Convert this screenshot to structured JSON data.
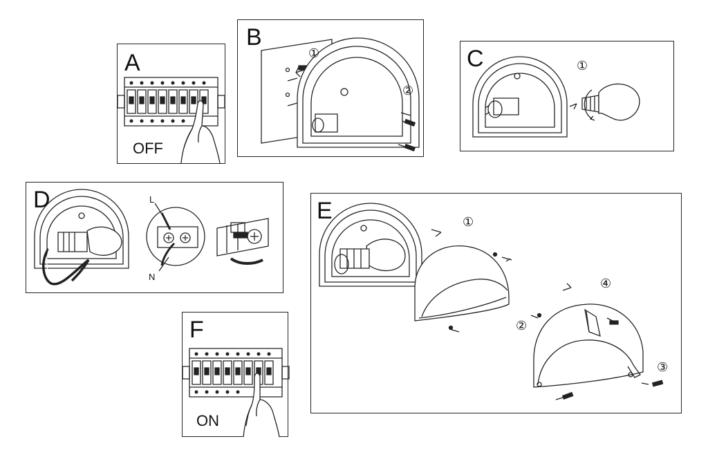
{
  "colors": {
    "line": "#222222",
    "background": "#ffffff"
  },
  "panels": {
    "a": {
      "label": "A",
      "status": "OFF"
    },
    "b": {
      "label": "B",
      "step1": "①",
      "step2": "②"
    },
    "c": {
      "label": "C",
      "step1": "①"
    },
    "d": {
      "label": "D",
      "live": "L",
      "neutral": "N"
    },
    "e": {
      "label": "E",
      "step1": "①",
      "step2": "②",
      "step3": "③",
      "step4": "④"
    },
    "f": {
      "label": "F",
      "status": "ON"
    }
  }
}
